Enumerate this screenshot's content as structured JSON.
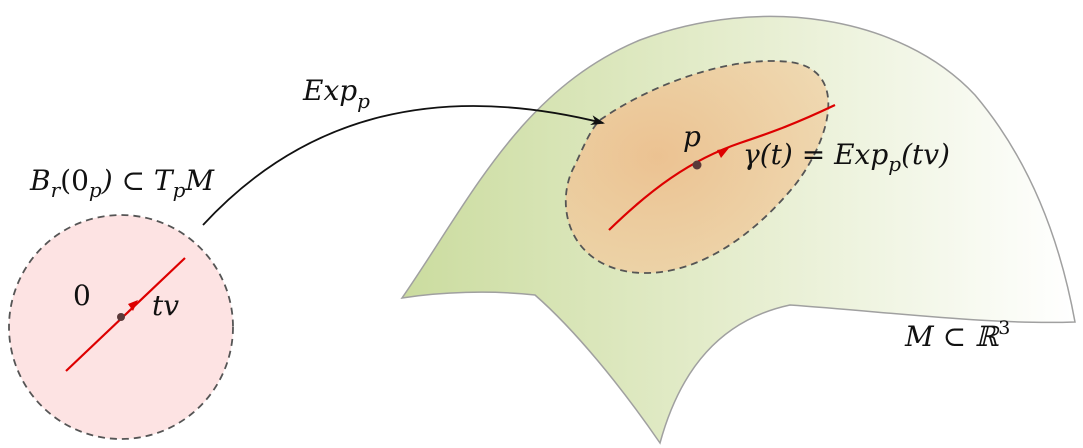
{
  "labels": {
    "exp_map": "Exp",
    "exp_map_sub": "p",
    "ball_B": "B",
    "ball_sub_r": "r",
    "ball_paren_open": "(0",
    "ball_sub_p": "p",
    "ball_subset_T": ") ⊂ T",
    "ball_sub_p2": "p",
    "ball_M": "M",
    "origin": "0",
    "tv": "tv",
    "point_p": "p",
    "gamma_lhs": "γ(t) = Exp",
    "gamma_sub_p": "p",
    "gamma_rhs": "(tv)",
    "manifold_M": "M ⊂ ℝ",
    "manifold_sup": "3"
  },
  "colors": {
    "ball_fill": "#fde3e3",
    "dash_stroke": "#555555",
    "geodesic": "#dd0000",
    "point": "#5a3a3a",
    "surface_left": "#cfe0a8",
    "surface_right": "#ffffff",
    "patch": "#efc89a",
    "arrow": "#111111"
  }
}
